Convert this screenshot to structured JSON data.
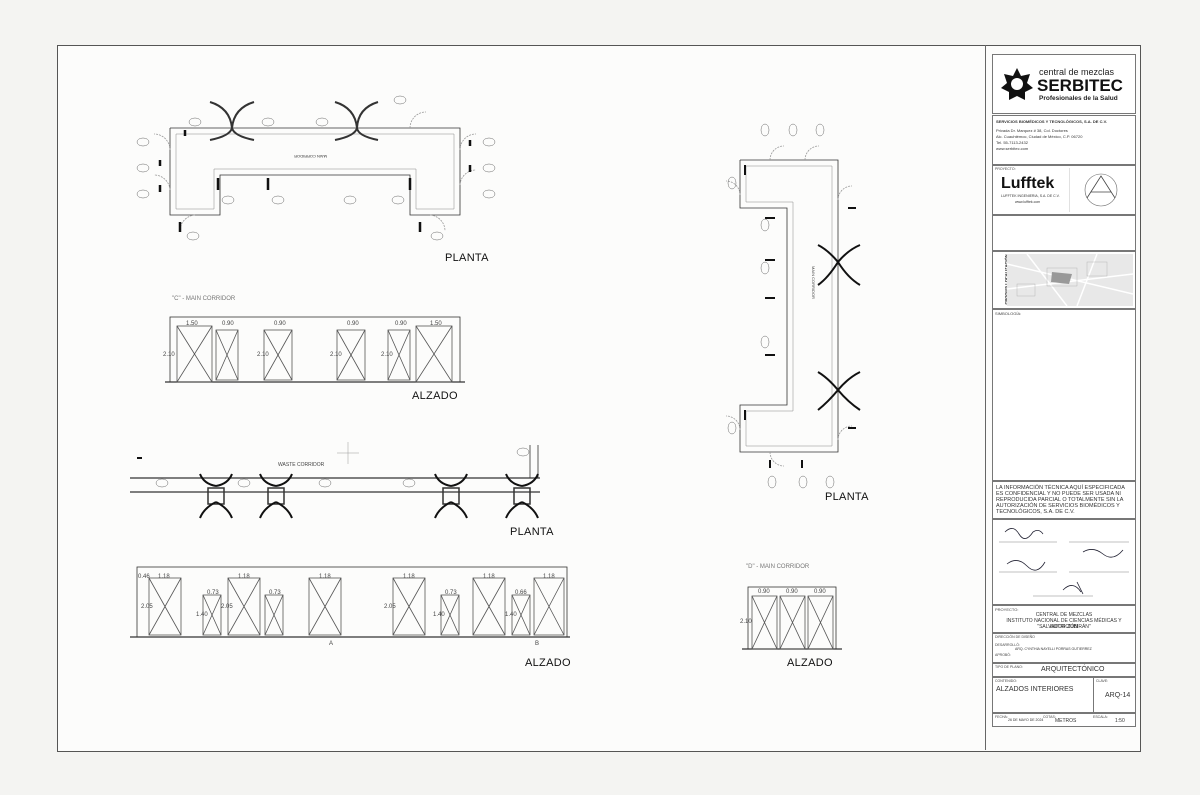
{
  "views": {
    "planta_1": "PLANTA",
    "alzado_1": "ALZADO",
    "planta_2": "PLANTA",
    "alzado_2": "ALZADO",
    "planta_3": "PLANTA",
    "alzado_3": "ALZADO"
  },
  "corridors": {
    "main_c": "\"C\" - MAIN CORRIDOR",
    "main_d": "\"D\" - MAIN CORRIDOR",
    "waste": "WASTE CORRIDOR",
    "main": "MAIN CORRIDOR"
  },
  "elevation_c": {
    "widths": [
      "1.50",
      "0.90",
      "0.90",
      "0.90",
      "0.90",
      "1.50"
    ],
    "heights": [
      "2.10",
      "2.10",
      "2.10",
      "2.10"
    ]
  },
  "elevation_waste": {
    "widths": [
      "1.18",
      "1.18",
      "1.18",
      "1.18",
      "1.18",
      "1.18"
    ],
    "small": [
      "0.73",
      "0.73",
      "0.73",
      "0.66"
    ],
    "heights": [
      "0.46",
      "2.05",
      "2.05",
      "2.05",
      "1.40",
      "1.40",
      "1.40"
    ],
    "marks": [
      "A",
      "B"
    ]
  },
  "elevation_d": {
    "widths": [
      "0.90",
      "0.90",
      "0.90"
    ],
    "height": "2.10"
  },
  "title_block": {
    "brand_top": "central de mezclas",
    "brand_main": "SERBITEC",
    "brand_sub": "Profesionales de la Salud",
    "company": "SERVICIOS BIOMÉDICOS Y TECNOLÓGICOS, S.A. DE C.V.",
    "address": [
      "Privada Dr. Marquez # 38, Col. Doctores",
      "Alc. Cuauhtémoc, Ciudad de México, C.P. 06720",
      "Tel. 55-7113-2432",
      "www.serbitec.com"
    ],
    "proyecto_label": "PROYECTO:",
    "partner": "Lufftek",
    "partner_sub": "LUFFTEK INGENIERIA, S.A. DE C.V.",
    "partner_web": "www.lufftek.com",
    "croquis": "CROQUIS LOCALIZACIÓN",
    "simbologia": "SIMBOLOGÍA:",
    "disclaimer": "LA INFORMACIÓN TÉCNICA AQUÍ ESPECIFICADA ES CONFIDENCIAL Y NO PUEDE SER USADA NI REPRODUCIDA PARCIAL O TOTALMENTE SIN LA AUTORIZACIÓN DE SERVICIOS BIOMÉDICOS Y TECNOLÓGICOS, S.A. DE C.V.",
    "project_label": "PROYECTO:",
    "project_lines": [
      "CENTRAL DE MEZCLAS",
      "INSTITUTO NACIONAL DE CIENCIAS MÉDICAS Y NUTRICIÓN",
      "\"SALVADOR ZUBIRÁN\""
    ],
    "direccion": "DIRECCIÓN DE DISEÑO",
    "desarrollo": "DESARROLLÓ:",
    "desarrollo_name": "ARQ. CYNTHIA NAYELLI PORRAS GUTIERREZ",
    "aprobo": "APROBÓ:",
    "tipo_plano": "TIPO DE PLANO:",
    "tipo_value": "ARQUITECTÓNICO",
    "contenido": "CONTENIDO:",
    "contenido_value": "ALZADOS INTERIORES",
    "clave": "CLAVE:",
    "clave_value": "ARQ-14",
    "fecha": "FECHA:",
    "fecha_value": "26 DE MAYO DE 2024",
    "cotas": "COTAS:",
    "cotas_value": "METROS",
    "escala": "ESCALA:",
    "escala_value": "1:50"
  }
}
